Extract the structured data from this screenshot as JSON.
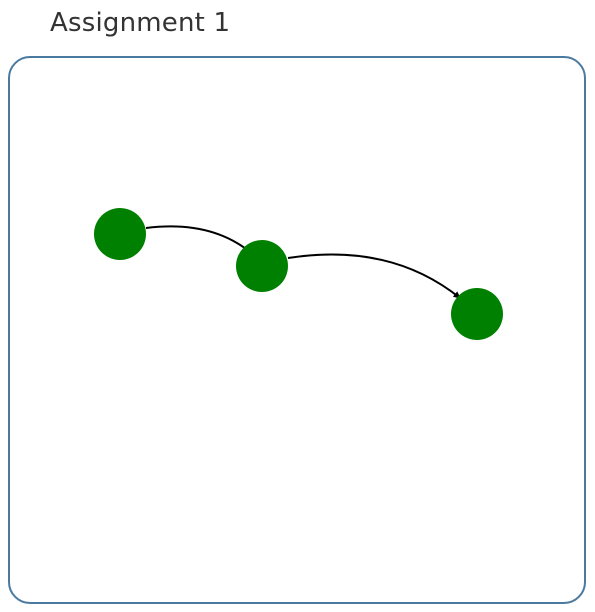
{
  "header": {
    "title": "Assignment 1"
  },
  "graph": {
    "node_color": "#008000",
    "edge_color": "#000000",
    "frame_color": "#4a7aa0",
    "nodes": [
      {
        "id": "node-1"
      },
      {
        "id": "node-2"
      },
      {
        "id": "node-3"
      }
    ],
    "edges": [
      {
        "from": "node-1",
        "to": "node-2",
        "directed": true
      },
      {
        "from": "node-2",
        "to": "node-3",
        "directed": true
      }
    ]
  }
}
